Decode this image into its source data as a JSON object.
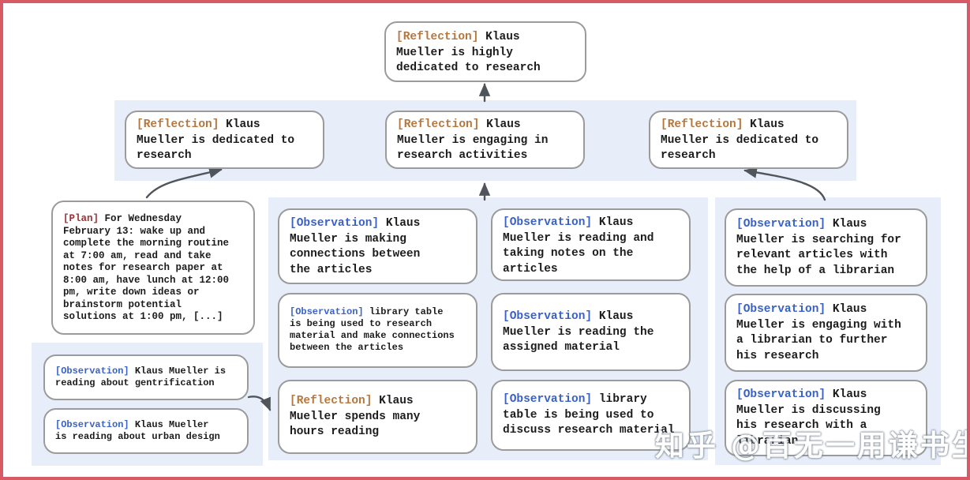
{
  "watermark": {
    "text": "知乎 @百无一用谦书生"
  },
  "colors": {
    "frame": "#d85a64",
    "panel": "#e7eefa",
    "box_border": "#9b9b9b",
    "reflection_label": "#b5773e",
    "observation_label": "#3a62c6",
    "plan_label": "#9e3136",
    "body_text": "#1c1c1c",
    "arrow": "#50555b"
  },
  "nodes": {
    "root": {
      "tag": "[Reflection]",
      "text": " Klaus\nMueller is highly\ndedicated to research"
    },
    "level2": [
      {
        "tag": "[Reflection]",
        "text": " Klaus\nMueller is dedicated to\nresearch"
      },
      {
        "tag": "[Reflection]",
        "text": " Klaus\nMueller is engaging in\nresearch activities"
      },
      {
        "tag": "[Reflection]",
        "text": " Klaus\nMueller is dedicated to\nresearch"
      }
    ],
    "plan": {
      "tag": "[Plan]",
      "text": " For Wednesday\nFebruary 13: wake up and\ncomplete the morning routine\nat 7:00 am, read and take\nnotes for research paper at\n8:00 am, have lunch at 12:00\npm, write down ideas or\nbrainstorm potential\nsolutions at 1:00 pm, [...]"
    },
    "left": [
      {
        "tag": "[Observation]",
        "text": " Klaus Mueller is\nreading about gentrification"
      },
      {
        "tag": "[Observation]",
        "text": " Klaus Mueller\nis reading about urban design"
      }
    ],
    "middle_a": [
      {
        "tag": "[Observation]",
        "text": " Klaus\nMueller is making\nconnections between\nthe articles"
      },
      {
        "tag": "[Observation]",
        "text": " library table\nis being used to research\nmaterial and make connections\nbetween the articles"
      },
      {
        "tag": "[Reflection]",
        "text": " Klaus\nMueller spends many\nhours reading"
      }
    ],
    "middle_b": [
      {
        "tag": "[Observation]",
        "text": " Klaus\nMueller is reading and\ntaking notes on the\narticles"
      },
      {
        "tag": "[Observation]",
        "text": " Klaus\nMueller is reading the\nassigned material"
      },
      {
        "tag": "[Observation]",
        "text": " library\ntable is being used to\ndiscuss research material"
      }
    ],
    "right": [
      {
        "tag": "[Observation]",
        "text": " Klaus\nMueller is searching for\nrelevant articles with\nthe help of a librarian"
      },
      {
        "tag": "[Observation]",
        "text": " Klaus\nMueller is engaging with\na librarian to further\nhis research"
      },
      {
        "tag": "[Observation]",
        "text": " Klaus\nMueller is discussing\nhis research with a\nlibrarian"
      }
    ]
  }
}
